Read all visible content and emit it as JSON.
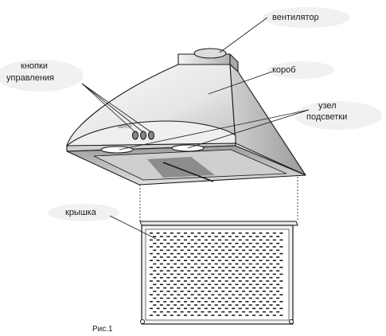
{
  "labels": {
    "fan": "вентилятор",
    "duct": "короб",
    "controls_line1": "кнопки",
    "controls_line2": "управления",
    "light_line1": "узел",
    "light_line2": "подсветки",
    "cover": "крышка"
  },
  "caption": "Рис.1",
  "logo_text": "GEFEST",
  "colors": {
    "line": "#1a1a1a",
    "hood_light": "#f4f4f4",
    "hood_dark": "#b8b8b8",
    "shadow": "#d8d8d8"
  }
}
